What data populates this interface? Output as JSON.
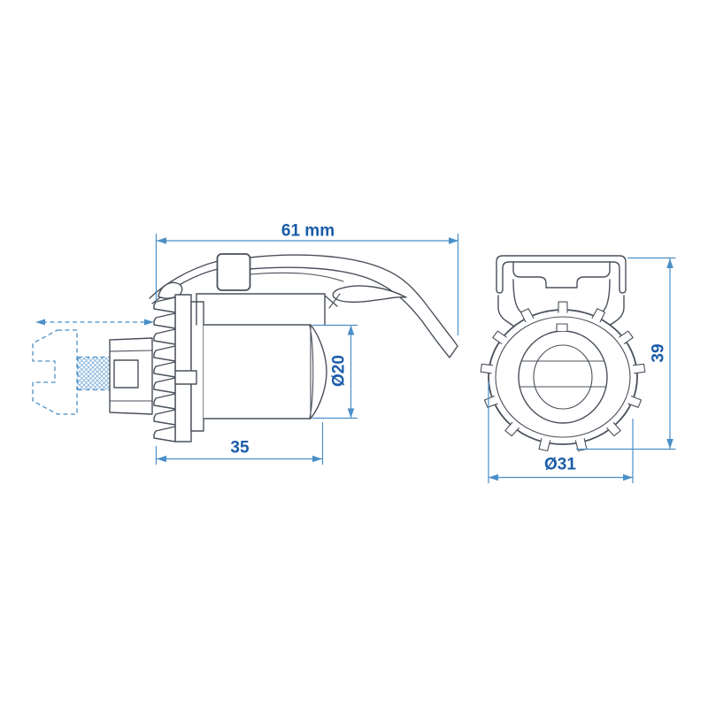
{
  "colors": {
    "bg": "#ffffff",
    "ink": "#49505a",
    "dim": "#4a8fc7",
    "accent": "#1a5ca8",
    "hatch": "#86b4dc"
  },
  "dimensions": {
    "overall_length": {
      "label": "61 mm",
      "value": 61,
      "unit": "mm"
    },
    "body_length": {
      "label": "35",
      "value": 35,
      "unit": "mm"
    },
    "inner_diameter": {
      "label": "Ø20",
      "value": 20,
      "unit": "mm"
    },
    "front_diameter": {
      "label": "Ø31",
      "value": 31,
      "unit": "mm"
    },
    "overall_height": {
      "label": "39",
      "value": 39,
      "unit": "mm"
    }
  }
}
